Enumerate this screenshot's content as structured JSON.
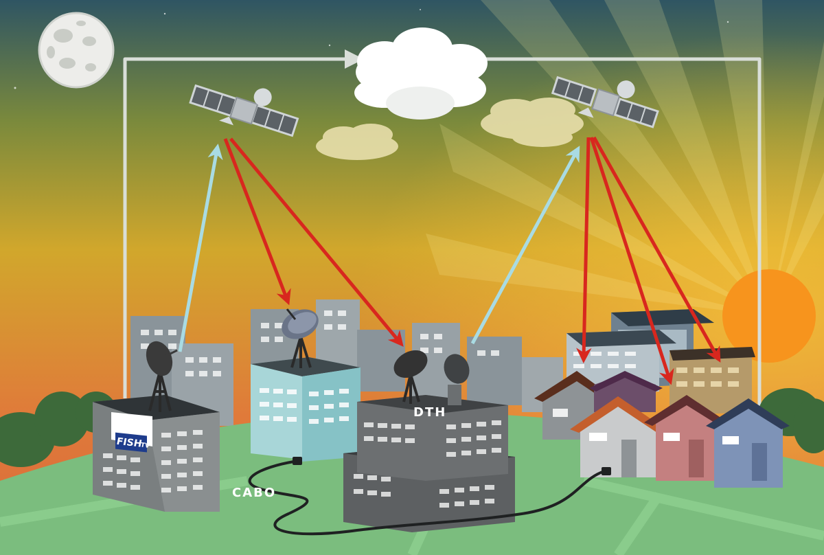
{
  "labels": {
    "cable": "CABO",
    "dth": "DTH"
  },
  "logo": {
    "part1": "FISH",
    "part2": "TV"
  },
  "colors": {
    "uplink_arrow": "#a9dbe3",
    "downlink_arrow": "#d8271e",
    "sun": "#f7941d",
    "ground": "#7bbd7e",
    "relay_path": "#d9ded8"
  },
  "icons": [
    "moon-icon",
    "satellite-icon",
    "satellite-dish-icon",
    "cloud-icon",
    "sun-icon",
    "cable-plug-icon"
  ]
}
